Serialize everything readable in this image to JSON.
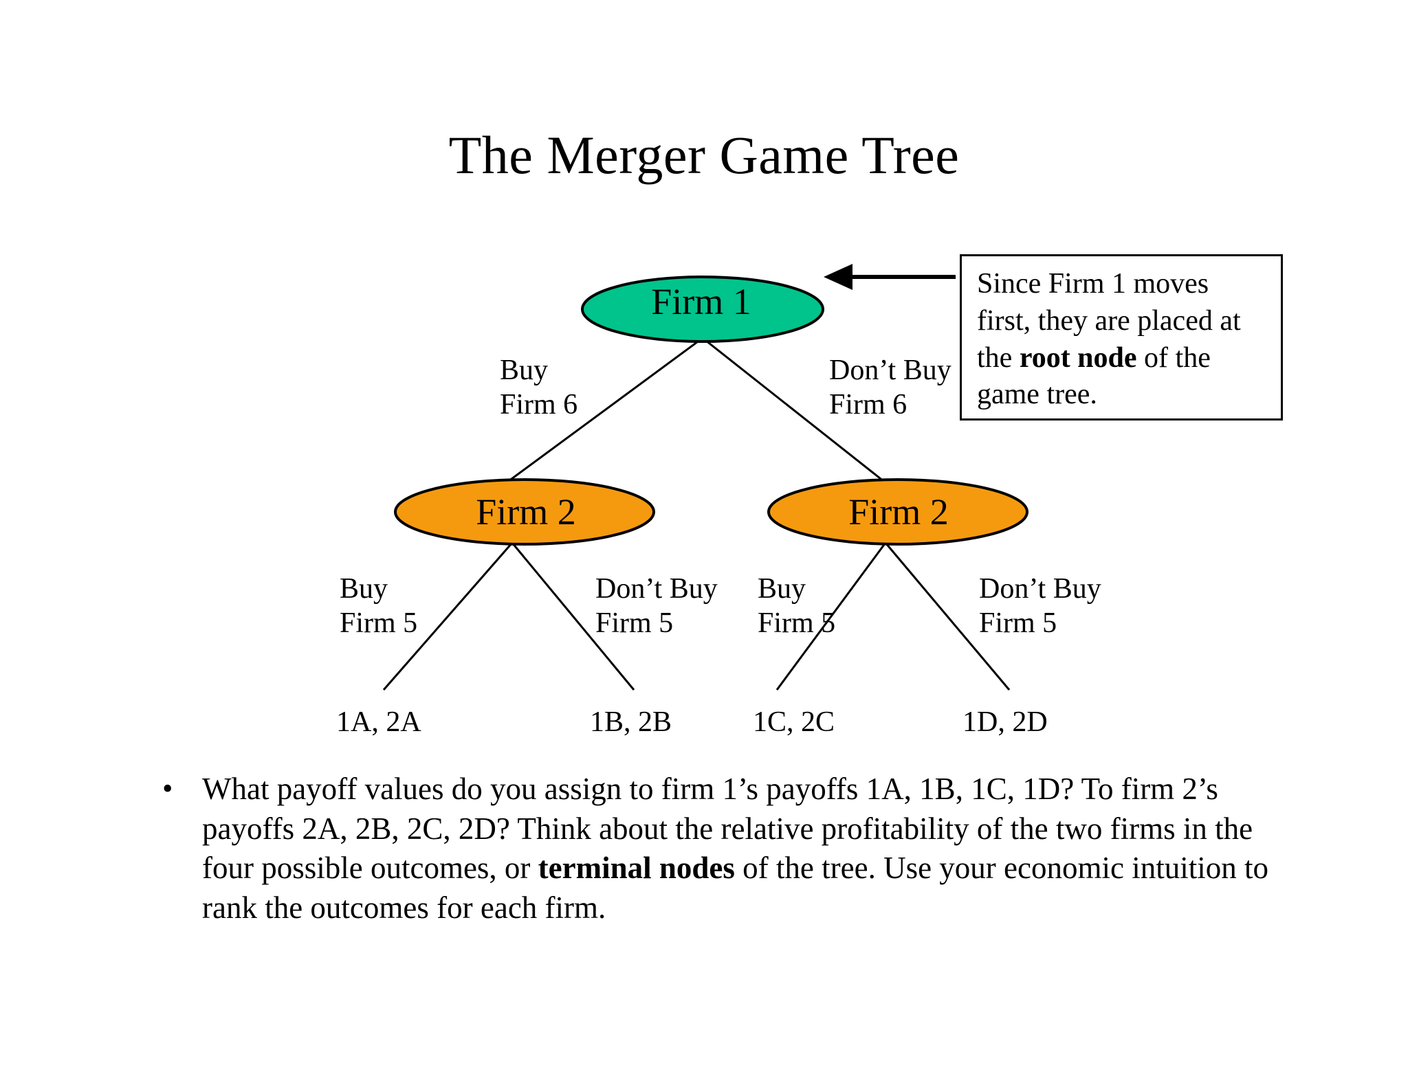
{
  "slide": {
    "title": "The Merger Game Tree",
    "background_color": "#FFFFFF",
    "text_color": "#000000"
  },
  "tree": {
    "root": {
      "label": "Firm 1",
      "fill_color": "#00C48C",
      "stroke_color": "#000000"
    },
    "level2": [
      {
        "label": "Firm 2",
        "fill_color": "#F59A0F",
        "stroke_color": "#000000"
      },
      {
        "label": "Firm 2",
        "fill_color": "#F59A0F",
        "stroke_color": "#000000"
      }
    ],
    "branch_labels": {
      "root_left_line1": "Buy",
      "root_left_line2": "Firm 6",
      "root_right_line1": "Don’t Buy",
      "root_right_line2": "Firm 6",
      "n2a_left_line1": "Buy",
      "n2a_left_line2": "Firm 5",
      "n2a_right_line1": "Don’t Buy",
      "n2a_right_line2": "Firm 5",
      "n2b_left_line1": "Buy",
      "n2b_left_line2": "Firm 5",
      "n2b_right_line1": "Don’t Buy",
      "n2b_right_line2": "Firm 5"
    },
    "terminal_nodes": [
      {
        "label": "1A, 2A"
      },
      {
        "label": "1B, 2B"
      },
      {
        "label": "1C, 2C"
      },
      {
        "label": "1D, 2D"
      }
    ]
  },
  "callout": {
    "text_part1": "Since Firm 1 moves first, they are placed at the ",
    "text_bold": "root node",
    "text_part2": " of the game tree.",
    "border_color": "#000000"
  },
  "bullet": {
    "marker": "•",
    "text_part1": "What payoff values do you assign to firm 1’s payoffs 1A, 1B, 1C, 1D? To firm 2’s payoffs 2A, 2B, 2C, 2D?  Think about the relative profitability of the two firms in the four possible outcomes, or ",
    "text_bold": "terminal nodes",
    "text_part2": " of the tree. Use your economic intuition to rank the outcomes for each firm."
  }
}
